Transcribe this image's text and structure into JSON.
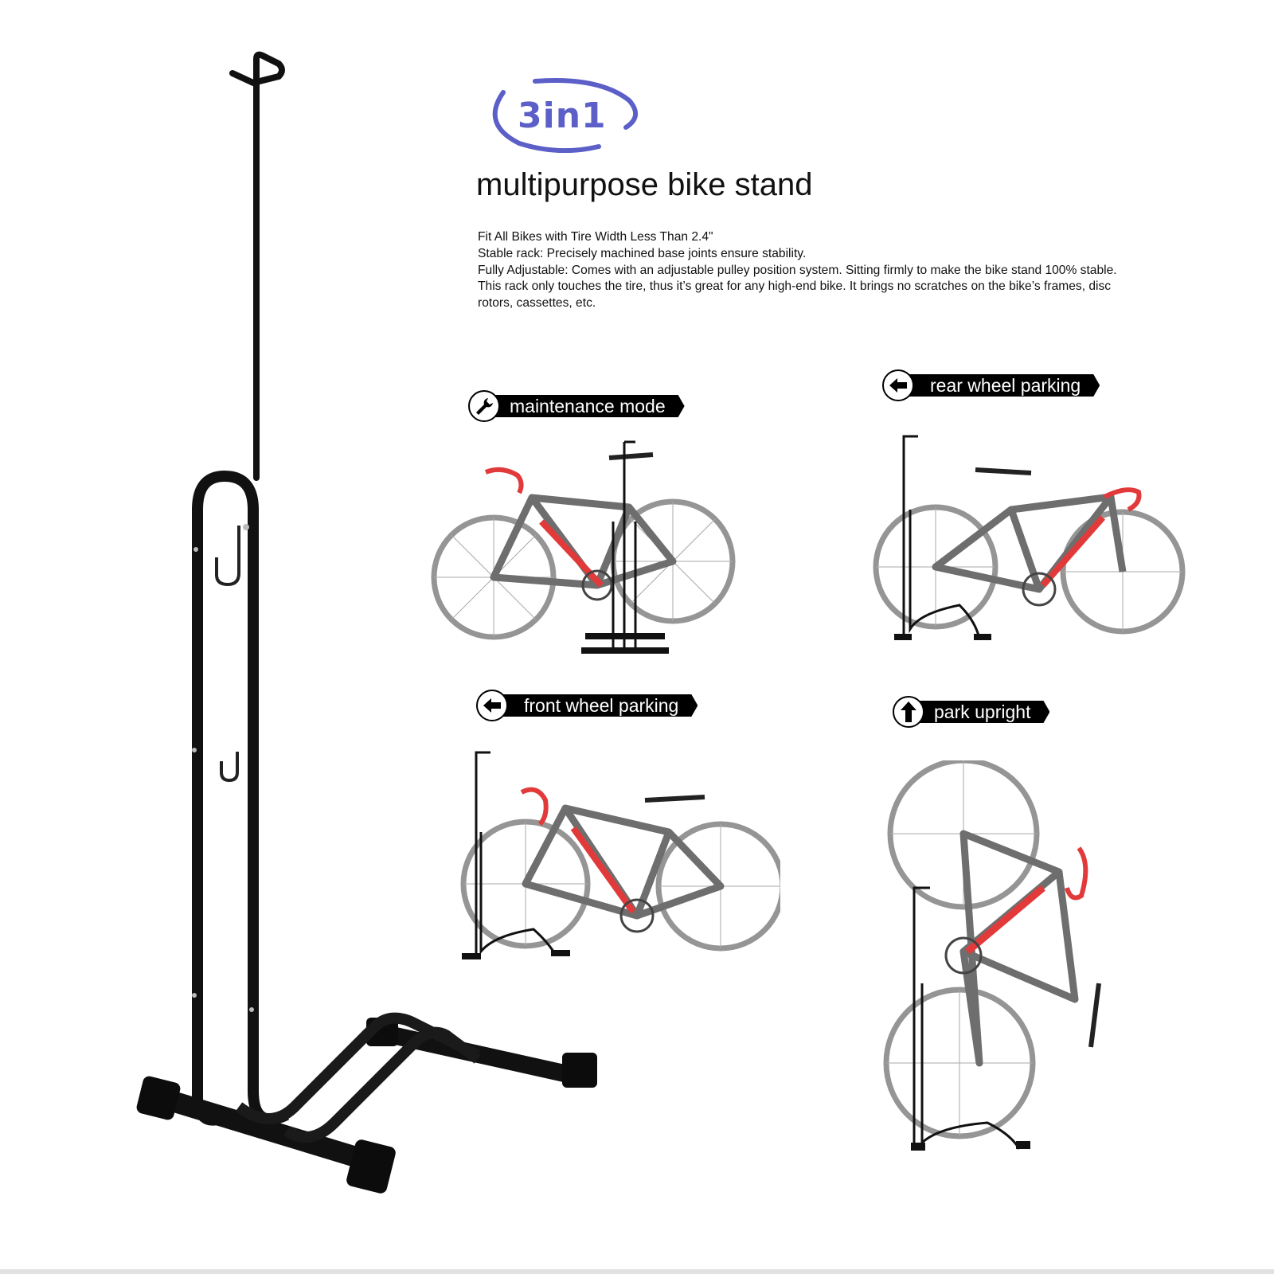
{
  "logo": {
    "text": "3in1",
    "color": "#5b5fc7"
  },
  "headline": "multipurpose bike stand",
  "description": [
    "Fit All Bikes with Tire Width Less Than 2.4\"",
    "Stable rack: Precisely machined base joints ensure stability.",
    "Fully Adjustable: Comes with an adjustable pulley position system. Sitting firmly to make the bike stand 100% stable.",
    "This rack only touches the tire, thus it’s great for any high-end bike. It brings no scratches on the bike’s frames, disc",
    "rotors, cassettes, etc."
  ],
  "modes": [
    {
      "id": "maintenance",
      "label": "maintenance mode",
      "icon": "wrench-icon"
    },
    {
      "id": "rear",
      "label": "rear wheel parking",
      "icon": "arrow-left-icon"
    },
    {
      "id": "front",
      "label": "front wheel parking",
      "icon": "arrow-left-icon"
    },
    {
      "id": "upright",
      "label": "park upright",
      "icon": "arrow-up-icon"
    }
  ],
  "colors": {
    "frame": "#6e6e6e",
    "accent_red": "#e23a3a",
    "stand_black": "#111111",
    "tire_gray": "#8a8a8a"
  }
}
